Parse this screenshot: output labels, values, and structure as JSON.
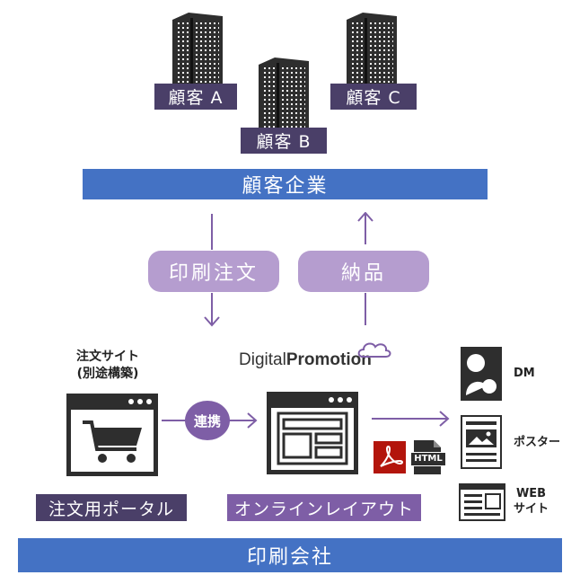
{
  "customers": {
    "a": "顧客 A",
    "b": "顧客 B",
    "c": "顧客 C",
    "group": "顧客企業"
  },
  "flow": {
    "order": "印刷注文",
    "delivery": "納品"
  },
  "portal": {
    "note_line1": "注文サイト",
    "note_line2": "(別途構築)",
    "label": "注文用ポータル"
  },
  "link_badge": "連携",
  "digital_promotion": {
    "logo_prefix": "Digital",
    "logo_suffix": "Promotion",
    "label": "オンラインレイアウト"
  },
  "file_icons": {
    "html": "HTML"
  },
  "outputs": [
    {
      "label": "DM"
    },
    {
      "label": "ポスター"
    },
    {
      "label_line1": "WEB",
      "label_line2": "サイト"
    }
  ],
  "company": "印刷会社",
  "colors": {
    "customer_label": "#4a3f68",
    "band": "#4472c4",
    "pill": "#b59dcf",
    "arrow": "#7e5ea6",
    "building": "#2e2e2e",
    "pdf_red": "#b3150c"
  }
}
